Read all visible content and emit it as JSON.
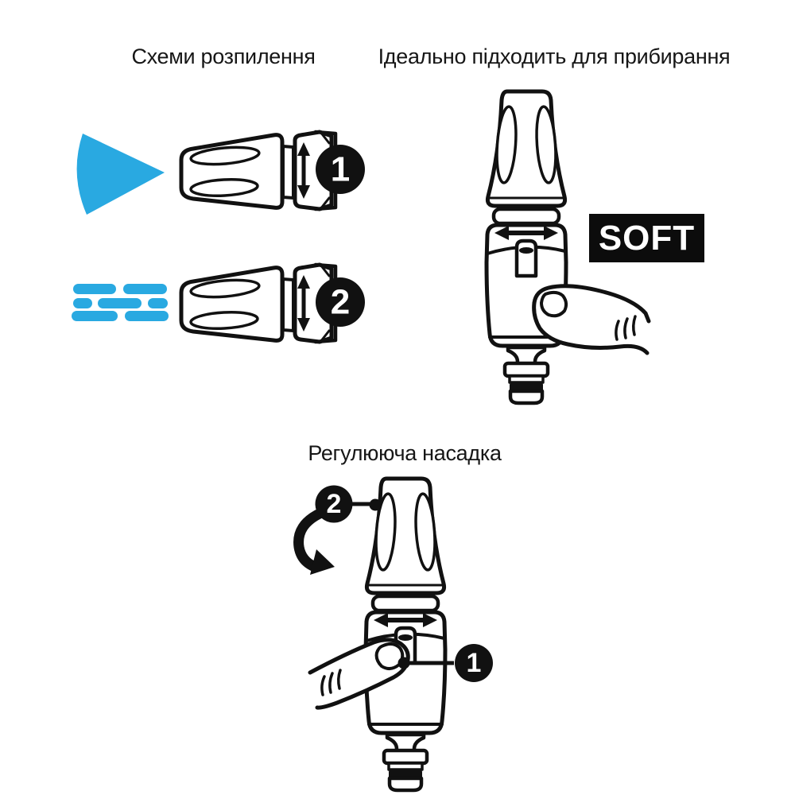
{
  "canvas": {
    "background": "#ffffff"
  },
  "colors": {
    "ink": "#111111",
    "spray_blue": "#29a9e1",
    "badge_bg": "#111111",
    "badge_text": "#ffffff",
    "soft_bg": "#0c0c0c",
    "soft_text": "#ffffff"
  },
  "spray_patterns_panel": {
    "title": "Схеми розпилення",
    "rows": [
      {
        "badge": "1",
        "spray_icon": "cone-spray"
      },
      {
        "badge": "2",
        "spray_icon": "flat-jet-spray"
      }
    ]
  },
  "cleaning_panel": {
    "title": "Ідеально підходить для прибирання",
    "mode_label": "SOFT"
  },
  "adjustable_panel": {
    "title": "Регулююча насадка",
    "rotate_badge": "2",
    "trigger_badge": "1"
  }
}
